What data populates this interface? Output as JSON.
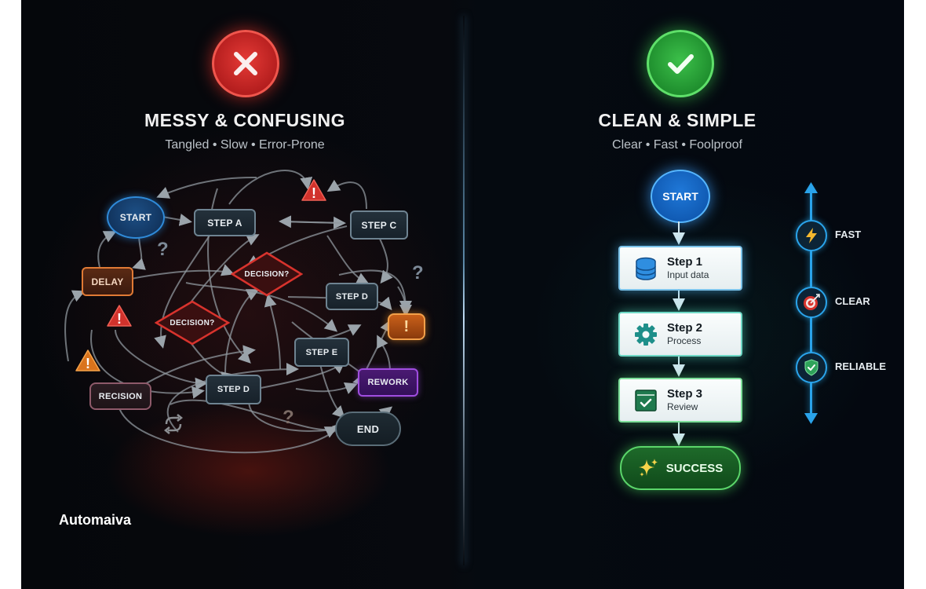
{
  "left": {
    "badge_icon": "x-icon",
    "title": "MESSY & CONFUSING",
    "subtitle": "Tangled • Slow • Error-Prone",
    "accent": "#e53a36",
    "nodes": {
      "start": "START",
      "step_a": "STEP A",
      "step_c": "STEP C",
      "delay": "DELAY",
      "decision_1": "DECISION?",
      "decision_2": "DECISION?",
      "step_d_top": "STEP D",
      "step_e": "STEP E",
      "recision": "RECISION",
      "step_d_bottom": "STEP D",
      "rework": "REWORK",
      "end": "END",
      "warning_box": "!"
    },
    "question_mark": "?",
    "warning_icons": [
      "warning-red",
      "warning-red",
      "warning-orange"
    ],
    "loop_icon": "refresh-icon"
  },
  "right": {
    "badge_icon": "check-icon",
    "title": "CLEAN & SIMPLE",
    "subtitle": "Clear • Fast • Foolproof",
    "accent": "#3cc04a",
    "start": "START",
    "steps": [
      {
        "title": "Step 1",
        "desc": "Input data",
        "icon": "database-icon"
      },
      {
        "title": "Step 2",
        "desc": "Process",
        "icon": "gear-icon"
      },
      {
        "title": "Step 3",
        "desc": "Review",
        "icon": "checklist-icon"
      }
    ],
    "success": "SUCCESS",
    "metrics": [
      {
        "label": "FAST",
        "icon": "lightning-icon"
      },
      {
        "label": "CLEAR",
        "icon": "target-icon"
      },
      {
        "label": "RELIABLE",
        "icon": "shield-check-icon"
      }
    ]
  },
  "brand": "Automaiva"
}
